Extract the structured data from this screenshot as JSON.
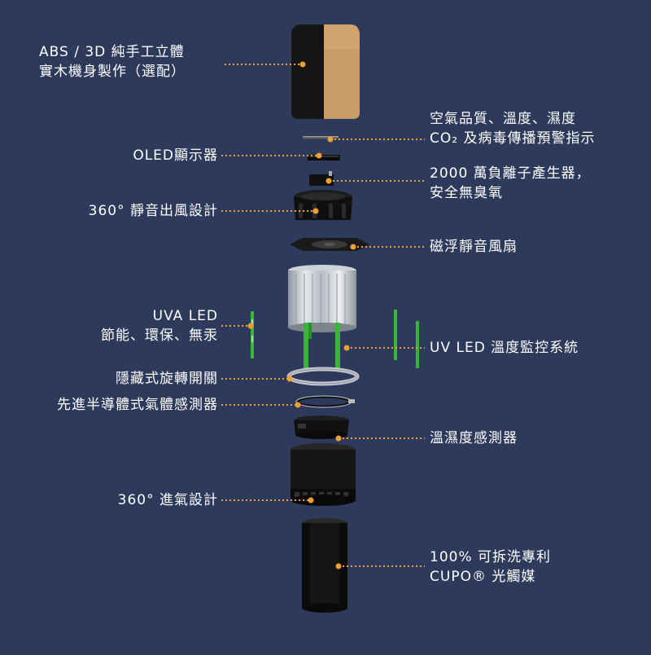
{
  "colors": {
    "background": "#2e3a5c",
    "leader": "#f0a030",
    "text": "#ffffff",
    "wood": "#c89a64",
    "body": "#1a1a1a",
    "pcb_green": "#3ab53a",
    "ring": "#b8bcc4"
  },
  "labels": {
    "wood_case": {
      "line1": "ABS / 3D 純手工立體",
      "line2": "實木機身製作（選配）"
    },
    "air_quality": {
      "line1": "空氣品質、溫度、濕度",
      "line2": "CO₂ 及病毒傳播預警指示"
    },
    "oled": {
      "line1": "OLED顯示器"
    },
    "ion": {
      "line1": "2000 萬負離子產生器，",
      "line2": "安全無臭氧"
    },
    "silent_outlet": {
      "line1": "360° 靜音出風設計"
    },
    "fan": {
      "line1": "磁浮靜音風扇"
    },
    "uva": {
      "line1": "UVA LED",
      "line2": "節能、環保、無汞"
    },
    "uv_temp": {
      "line1": "UV LED 溫度監控系統"
    },
    "hidden_switch": {
      "line1": "隱藏式旋轉開關"
    },
    "semiconductor": {
      "line1": "先進半導體式氣體感測器"
    },
    "humidity": {
      "line1": "溫濕度感測器"
    },
    "intake": {
      "line1": "360° 進氣設計"
    },
    "filter": {
      "line1": "100% 可拆洗專利",
      "line2": "CUPO® 光觸媒"
    }
  }
}
